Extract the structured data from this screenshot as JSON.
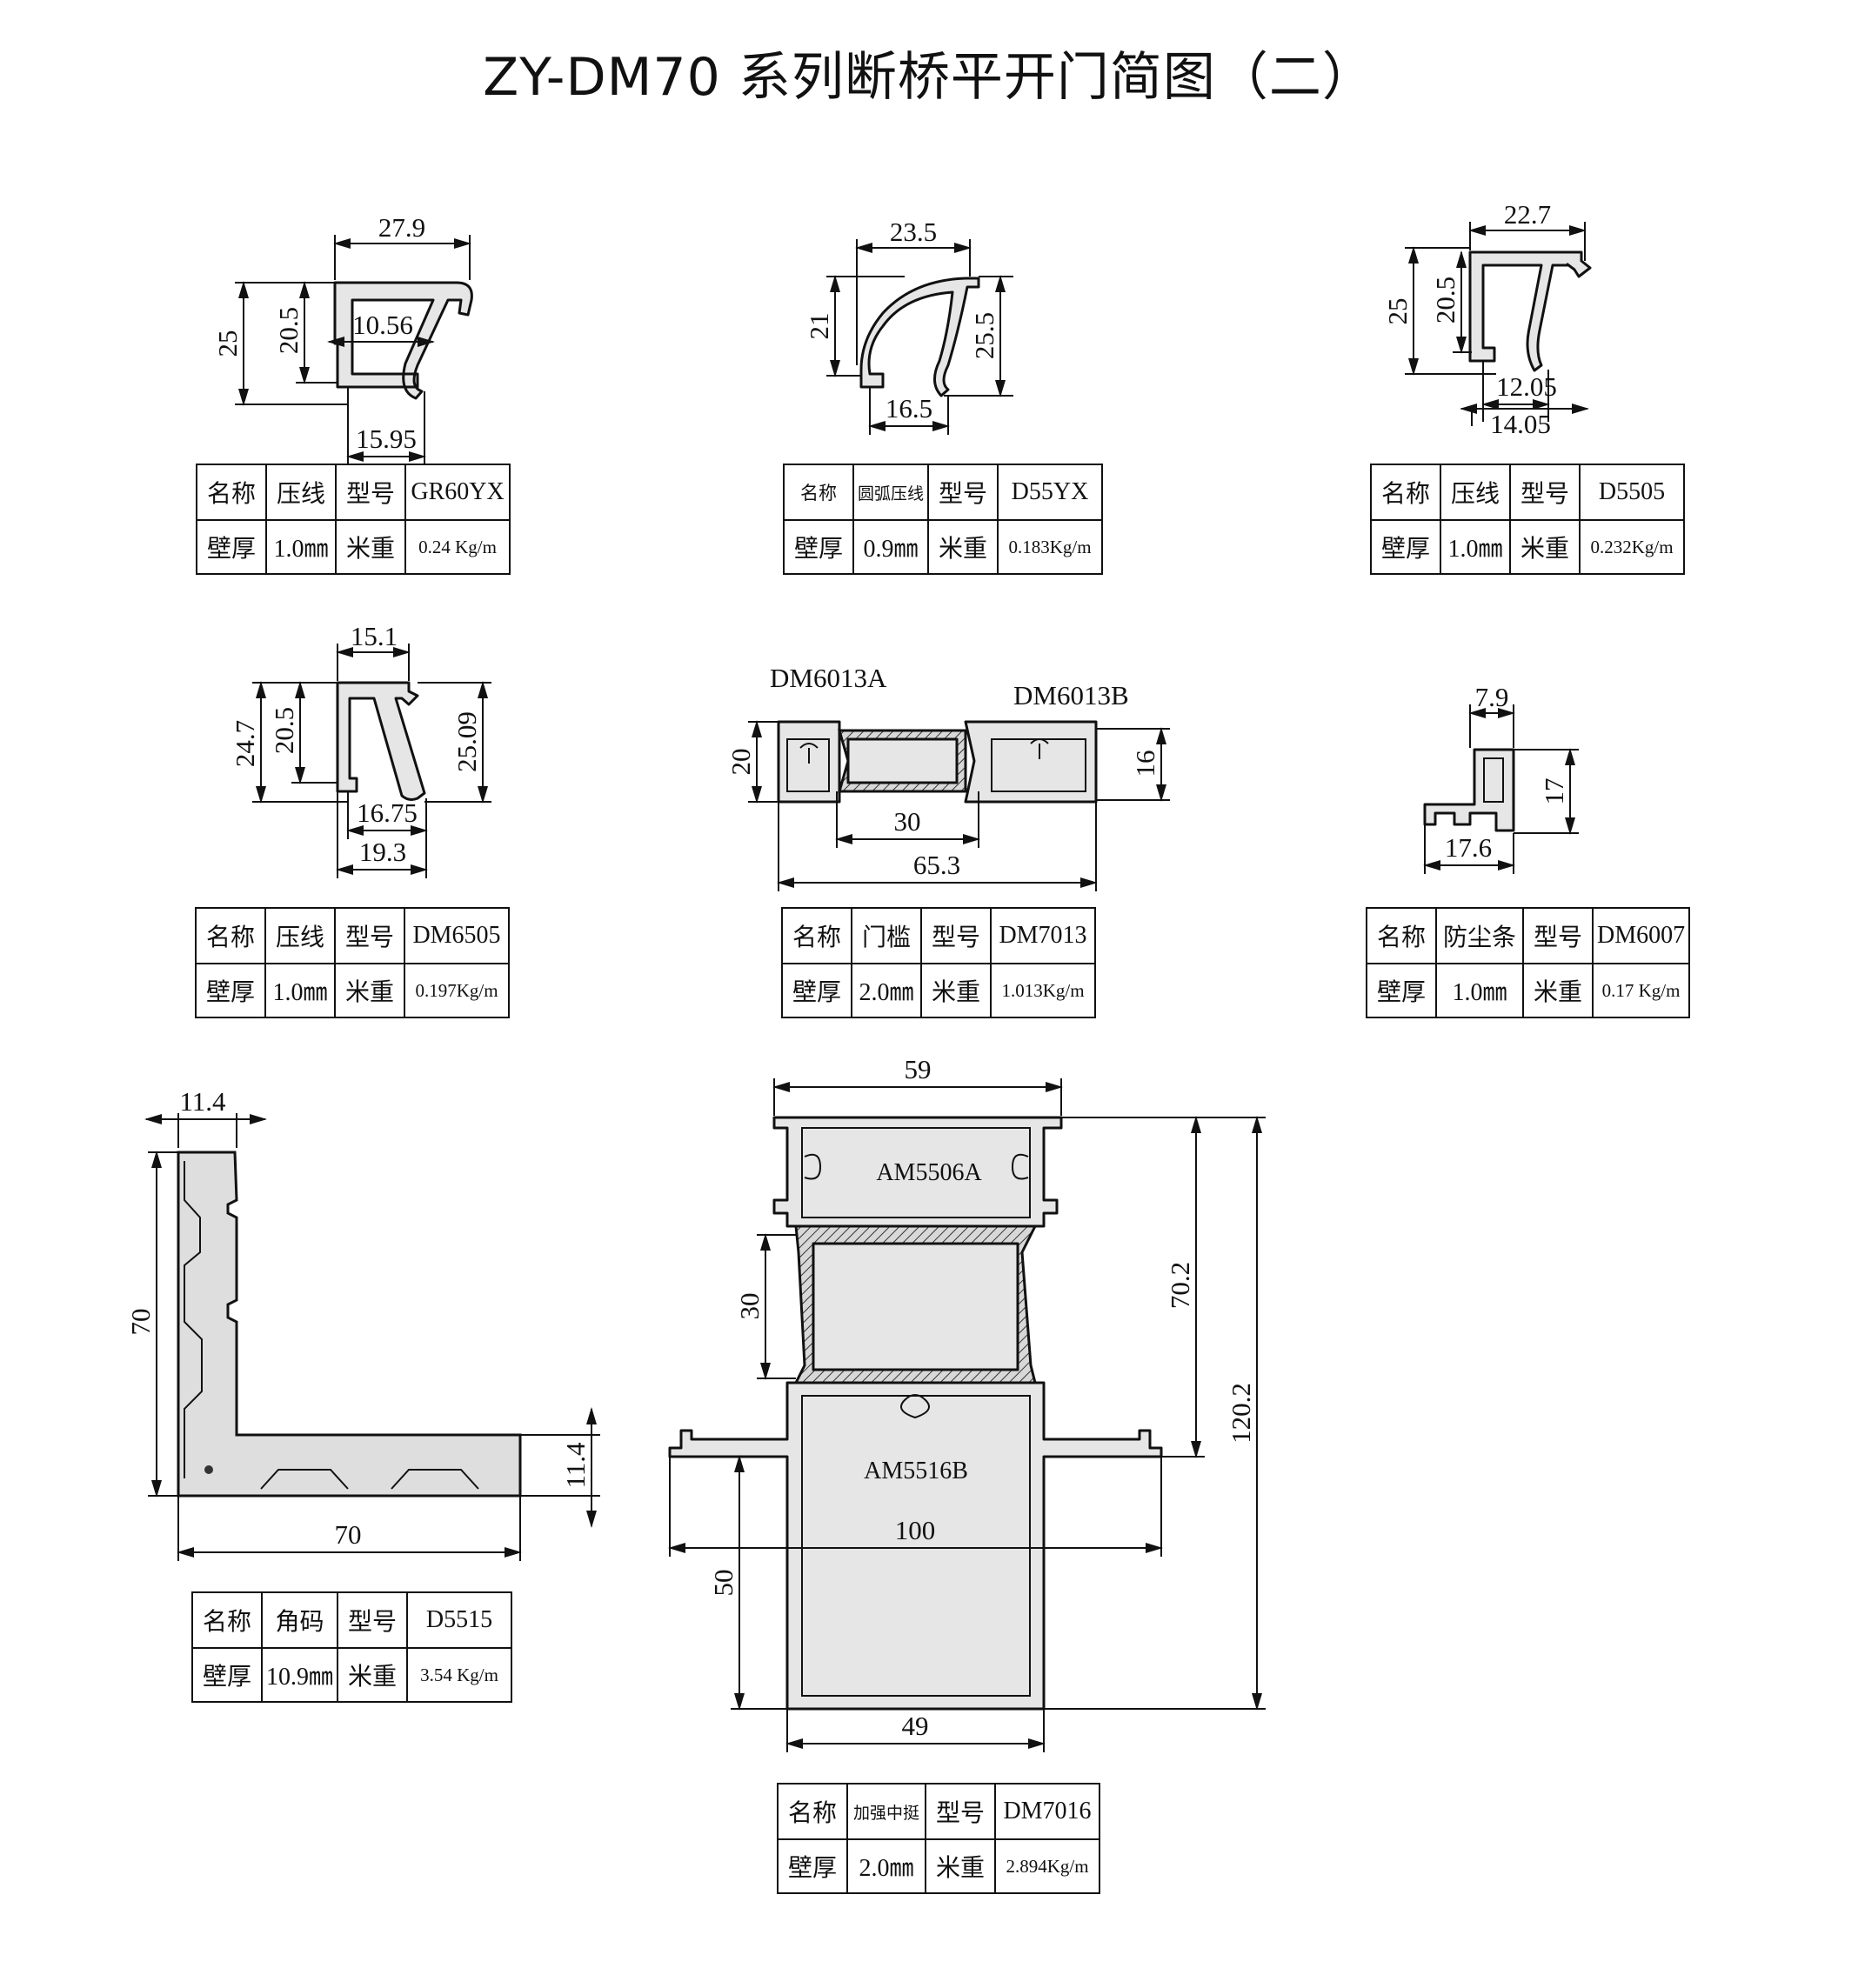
{
  "title": "ZY-DM70 系列断桥平开门简图（二）",
  "colors": {
    "profile_fill": "#e6e6e6",
    "line": "#111111",
    "background": "#ffffff"
  },
  "profiles": [
    {
      "name_label": "名称",
      "name": "压线",
      "model_label": "型号",
      "model": "GR60YX",
      "wall_label": "壁厚",
      "wall": "1.0㎜",
      "weight_label": "米重",
      "weight": "0.24 Kg/m",
      "dims": {
        "top": "27.9",
        "h1": "25",
        "h2": "20.5",
        "inner": "10.56",
        "bottom": "15.95"
      }
    },
    {
      "name_label": "名称",
      "name": "圆弧压线",
      "model_label": "型号",
      "model": "D55YX",
      "wall_label": "壁厚",
      "wall": "0.9㎜",
      "weight_label": "米重",
      "weight": "0.183Kg/m",
      "dims": {
        "top": "23.5",
        "left": "21",
        "right": "25.5",
        "bottom": "16.5"
      }
    },
    {
      "name_label": "名称",
      "name": "压线",
      "model_label": "型号",
      "model": "D5505",
      "wall_label": "壁厚",
      "wall": "1.0㎜",
      "weight_label": "米重",
      "weight": "0.232Kg/m",
      "dims": {
        "top": "22.7",
        "h1": "25",
        "h2": "20.5",
        "b1": "12.05",
        "b2": "14.05"
      }
    },
    {
      "name_label": "名称",
      "name": "压线",
      "model_label": "型号",
      "model": "DM6505",
      "wall_label": "壁厚",
      "wall": "1.0㎜",
      "weight_label": "米重",
      "weight": "0.197Kg/m",
      "dims": {
        "top": "15.1",
        "h1": "24.7",
        "h2": "20.5",
        "right": "25.09",
        "b1": "16.75",
        "b2": "19.3"
      }
    },
    {
      "name_label": "名称",
      "name": "门槛",
      "model_label": "型号",
      "model": "DM7013",
      "wall_label": "壁厚",
      "wall": "2.0㎜",
      "weight_label": "米重",
      "weight": "1.013Kg/m",
      "part_a": "DM6013A",
      "part_b": "DM6013B",
      "dims": {
        "left": "20",
        "right": "16",
        "mid": "30",
        "total": "65.3"
      }
    },
    {
      "name_label": "名称",
      "name": "防尘条",
      "model_label": "型号",
      "model": "DM6007",
      "wall_label": "壁厚",
      "wall": "1.0㎜",
      "weight_label": "米重",
      "weight": "0.17 Kg/m",
      "dims": {
        "top": "7.9",
        "h": "17",
        "bottom": "17.6"
      }
    },
    {
      "name_label": "名称",
      "name": "角码",
      "model_label": "型号",
      "model": "D5515",
      "wall_label": "壁厚",
      "wall": "10.9㎜",
      "weight_label": "米重",
      "weight": "3.54 Kg/m",
      "dims": {
        "top": "11.4",
        "left": "70",
        "right": "11.4",
        "bottom": "70"
      }
    },
    {
      "name_label": "名称",
      "name": "加强中挺",
      "model_label": "型号",
      "model": "DM7016",
      "wall_label": "壁厚",
      "wall": "2.0㎜",
      "weight_label": "米重",
      "weight": "2.894Kg/m",
      "part_a": "AM5506A",
      "part_b": "AM5516B",
      "dims": {
        "top": "59",
        "h1": "70.2",
        "h2": "120.2",
        "mid": "30",
        "width": "100",
        "low": "50",
        "bottom": "49"
      }
    }
  ]
}
